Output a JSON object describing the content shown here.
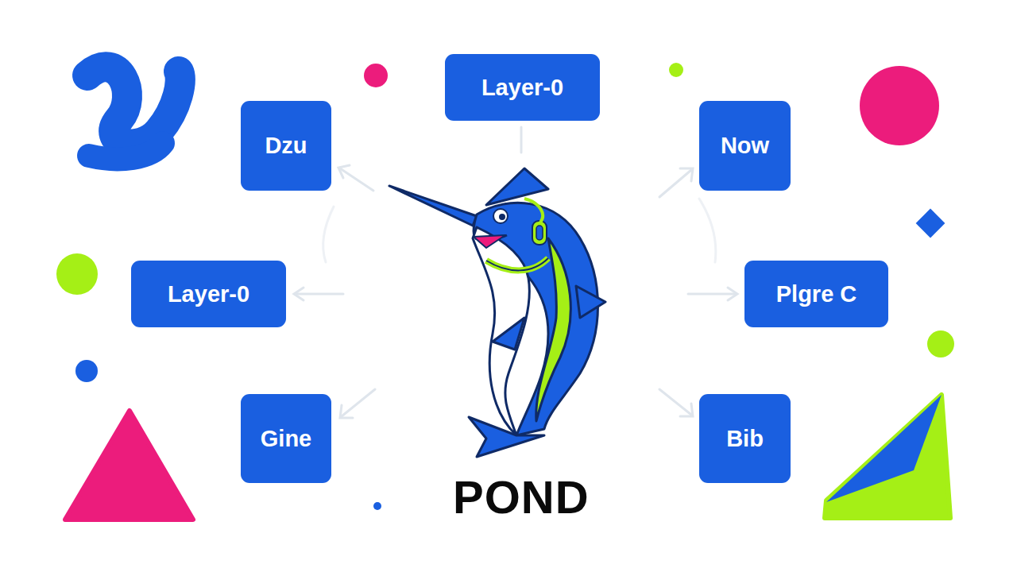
{
  "diagram": {
    "title": "POND",
    "nodes": [
      {
        "text": [
          "Layer-0"
        ]
      },
      {
        "text": [
          "Dzu"
        ]
      },
      {
        "text": [
          "Now"
        ]
      },
      {
        "text": [
          "Layer-0"
        ]
      },
      {
        "text": [
          "Plgre C"
        ]
      },
      {
        "text": [
          "Gine"
        ]
      },
      {
        "text": [
          "Bib"
        ]
      }
    ]
  }
}
